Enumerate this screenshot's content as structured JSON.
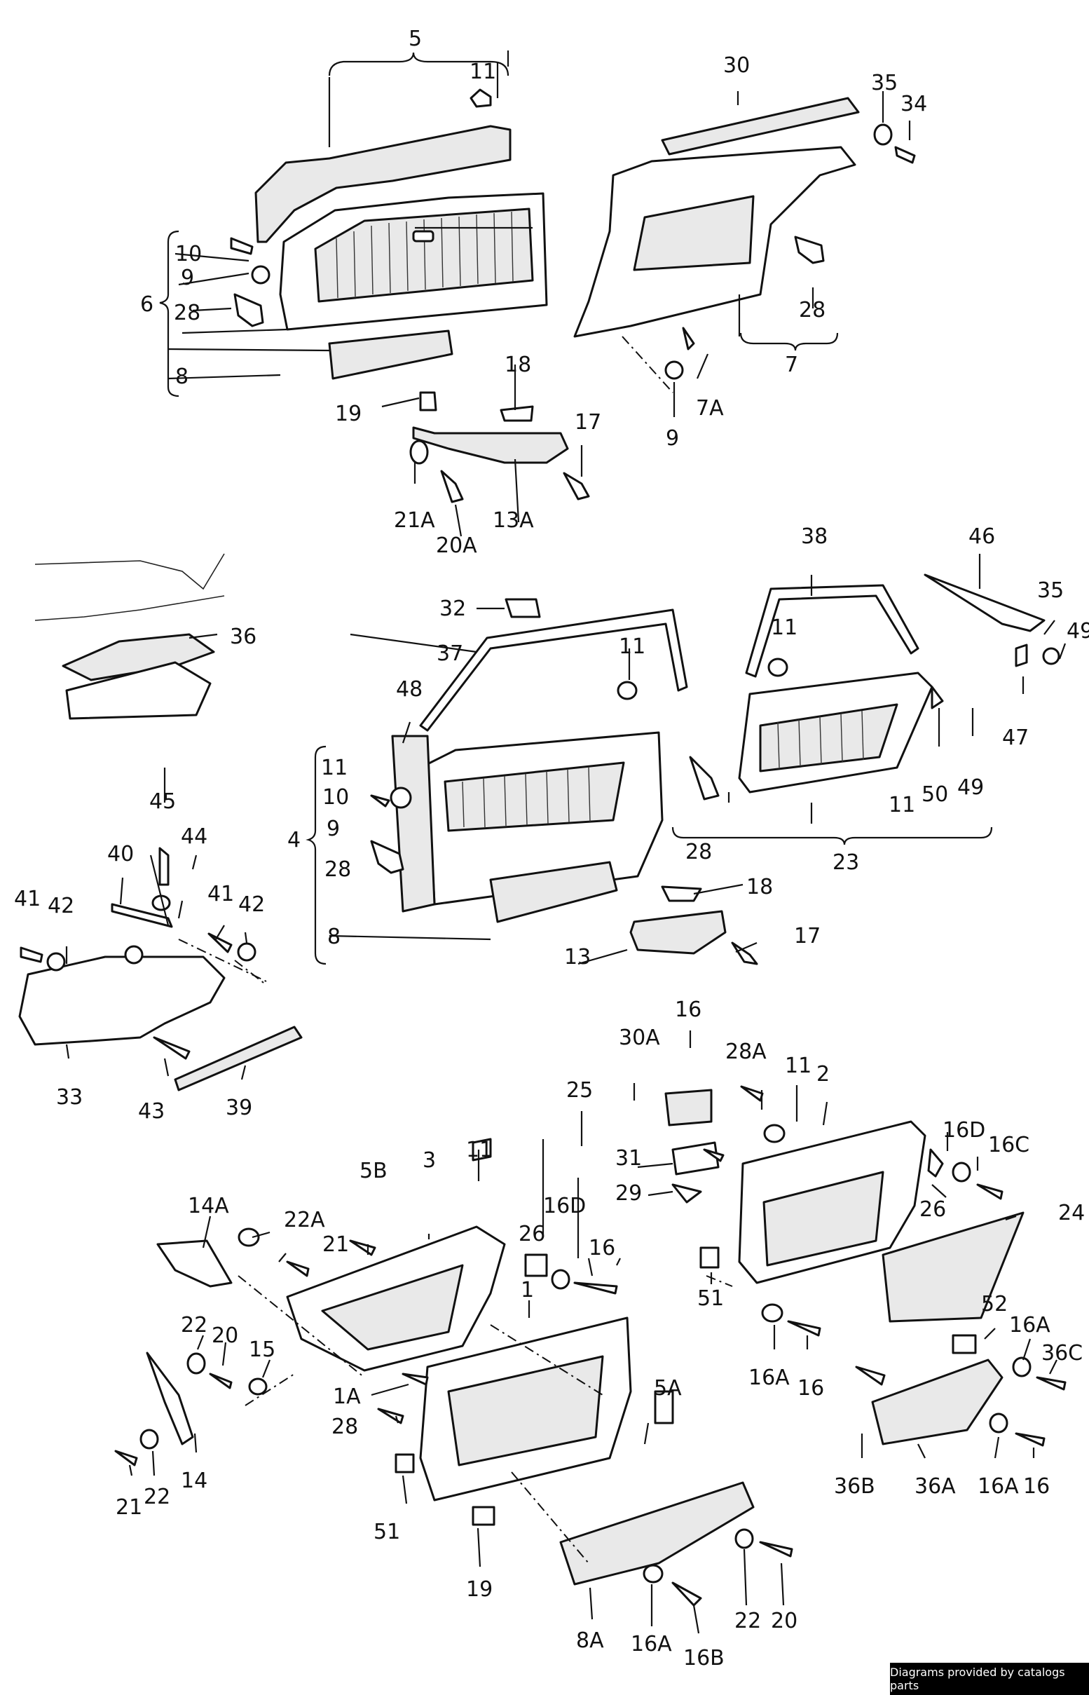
{
  "labels": {
    "l5": "5",
    "l11a": "11",
    "l30": "30",
    "l35a": "35",
    "l34": "34",
    "l10a": "10",
    "l9a": "9",
    "l6": "6",
    "l28a": "28",
    "l8a": "8",
    "l28b": "28",
    "l7": "7",
    "l18a": "18",
    "l19a": "19",
    "l17a": "17",
    "l7A": "7A",
    "l9b": "9",
    "l21A": "21A",
    "l13A": "13A",
    "l20A": "20A",
    "l38": "38",
    "l46": "46",
    "l35b": "35",
    "l49a": "49",
    "l32": "32",
    "l36": "36",
    "l37": "37",
    "l11b": "11",
    "l11c": "11",
    "l48": "48",
    "l47": "47",
    "l11d": "11",
    "l10b": "10",
    "l9c": "9",
    "l4": "4",
    "l28c": "28",
    "l8b": "8",
    "l50": "50",
    "l49b": "49",
    "l11e": "11",
    "l28d": "28",
    "l23": "23",
    "l45": "45",
    "l44": "44",
    "l40": "40",
    "l41a": "41",
    "l42a": "42",
    "l41b": "41",
    "l42b": "42",
    "l18b": "18",
    "l17b": "17",
    "l13": "13",
    "l33": "33",
    "l43": "43",
    "l39": "39",
    "l16a": "16",
    "l30A": "30A",
    "l28A": "28A",
    "l11f": "11",
    "l2": "2",
    "l25": "25",
    "l16D_a": "16D",
    "l16C": "16C",
    "l31": "31",
    "l29": "29",
    "l26a": "26",
    "l24": "24",
    "l51a": "51",
    "l16A_a": "16A",
    "l16b": "16",
    "l5B": "5B",
    "l3": "3",
    "l11g": "11",
    "l14A": "14A",
    "l22A": "22A",
    "l21a": "21",
    "l16D_b": "16D",
    "l26b": "26",
    "l16c": "16",
    "l22a": "22",
    "l20a": "20",
    "l15": "15",
    "l1": "1",
    "l1A": "1A",
    "l52": "52",
    "l16A_b": "16A",
    "l36C": "36C",
    "l28e": "28",
    "l5A": "5A",
    "l21b": "21",
    "l22b": "22",
    "l14": "14",
    "l51b": "51",
    "l36B": "36B",
    "l36A": "36A",
    "l16A_c": "16A",
    "l16d": "16",
    "l19b": "19",
    "l8A": "8A",
    "l16A_d": "16A",
    "l16B": "16B",
    "l22c": "22",
    "l20b": "20"
  },
  "footer": "Diagrams provided by catalogs parts"
}
